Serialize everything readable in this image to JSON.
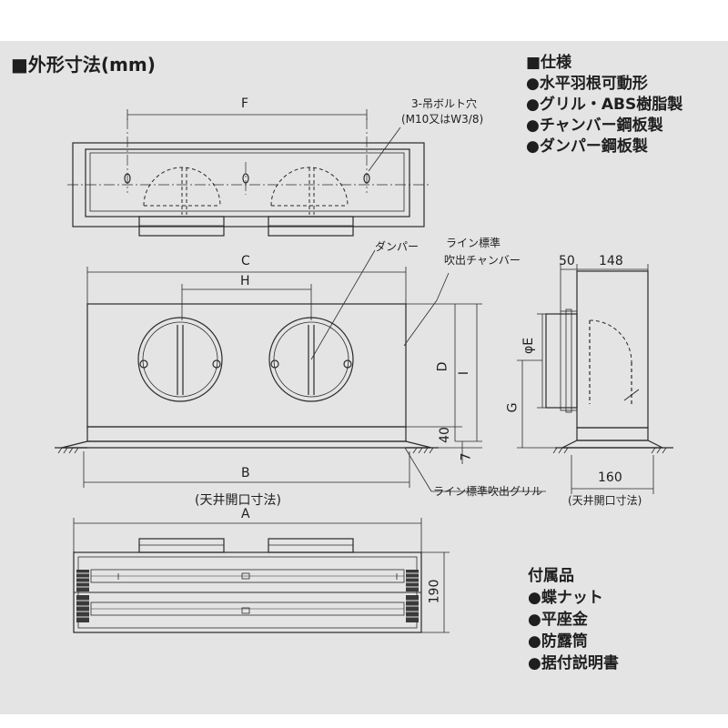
{
  "title": "■外形寸法(mm)",
  "spec": {
    "heading": "■仕様",
    "items": [
      "●水平羽根可動形",
      "●グリル・ABS樹脂製",
      "●チャンバー鋼板製",
      "●ダンパー鋼板製"
    ]
  },
  "accessories": {
    "heading": "付属品",
    "items": [
      "●蝶ナット",
      "●平座金",
      "●防露筒",
      "●据付説明書"
    ]
  },
  "notes": {
    "bolt_hole_line1": "3-吊ボルト穴",
    "bolt_hole_line2": "(M10又はW3/8)",
    "damper": "ダンパー",
    "chamber_line1": "ライン標準",
    "chamber_line2": "吹出チャンバー",
    "grille": "ライン標準吹出グリル",
    "ceiling_opening_b": "(天井開口寸法)",
    "ceiling_opening_side": "(天井開口寸法)"
  },
  "dimensions": {
    "F": "F",
    "C": "C",
    "H": "H",
    "B": "B",
    "A": "A",
    "D": "D",
    "I": "I",
    "G": "G",
    "phiE": "φE",
    "v40": "40",
    "v7": "7",
    "v50": "50",
    "v148": "148",
    "v160": "160",
    "v190": "190"
  },
  "colors": {
    "panel": "#e4e4e4",
    "line": "#2a2a2a",
    "text": "#1e1e1e"
  }
}
